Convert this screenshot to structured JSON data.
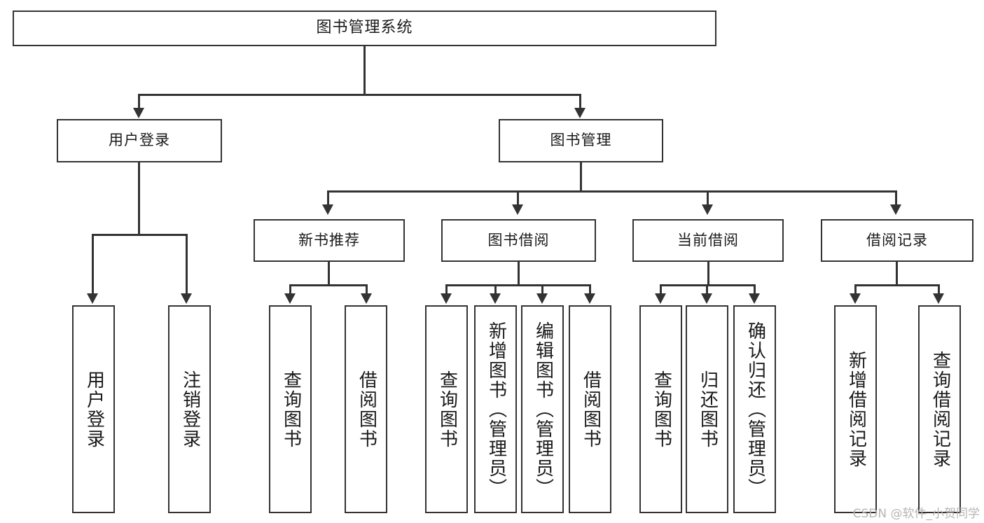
{
  "diagram": {
    "title": "图书管理系统",
    "type": "tree-hierarchy",
    "orientation": "top-down"
  },
  "root": {
    "label": "图书管理系统"
  },
  "level2": [
    {
      "id": "user-login",
      "label": "用户登录"
    },
    {
      "id": "book-manage",
      "label": "图书管理"
    }
  ],
  "level3": [
    {
      "id": "new-book-recommend",
      "label": "新书推荐"
    },
    {
      "id": "book-borrow",
      "label": "图书借阅"
    },
    {
      "id": "current-borrow",
      "label": "当前借阅"
    },
    {
      "id": "borrow-record",
      "label": "借阅记录"
    }
  ],
  "leaves": {
    "user_login": [
      {
        "id": "leaf-user-login",
        "label": "用户登录"
      },
      {
        "id": "leaf-logout-login",
        "label": "注销登录"
      }
    ],
    "new_book_recommend": [
      {
        "id": "leaf-query-book-1",
        "label": "查询图书"
      },
      {
        "id": "leaf-borrow-book-1",
        "label": "借阅图书"
      }
    ],
    "book_borrow": [
      {
        "id": "leaf-query-book-2",
        "label": "查询图书"
      },
      {
        "id": "leaf-add-book",
        "label": "新增图书（管理员）"
      },
      {
        "id": "leaf-edit-book",
        "label": "编辑图书（管理员）"
      },
      {
        "id": "leaf-borrow-book-2",
        "label": "借阅图书"
      }
    ],
    "current_borrow": [
      {
        "id": "leaf-query-book-3",
        "label": "查询图书"
      },
      {
        "id": "leaf-return-book",
        "label": "归还图书"
      },
      {
        "id": "leaf-confirm-return",
        "label": "确认归还（管理员）"
      }
    ],
    "borrow_record": [
      {
        "id": "leaf-add-record",
        "label": "新增借阅记录"
      },
      {
        "id": "leaf-query-record",
        "label": "查询借阅记录"
      }
    ]
  },
  "watermark": {
    "text": "CSDN @软件_小贺同学"
  },
  "colors": {
    "stroke": "#333333",
    "fill": "#ffffff",
    "text": "#1a1a1a",
    "watermark": "#b6b6b6"
  }
}
